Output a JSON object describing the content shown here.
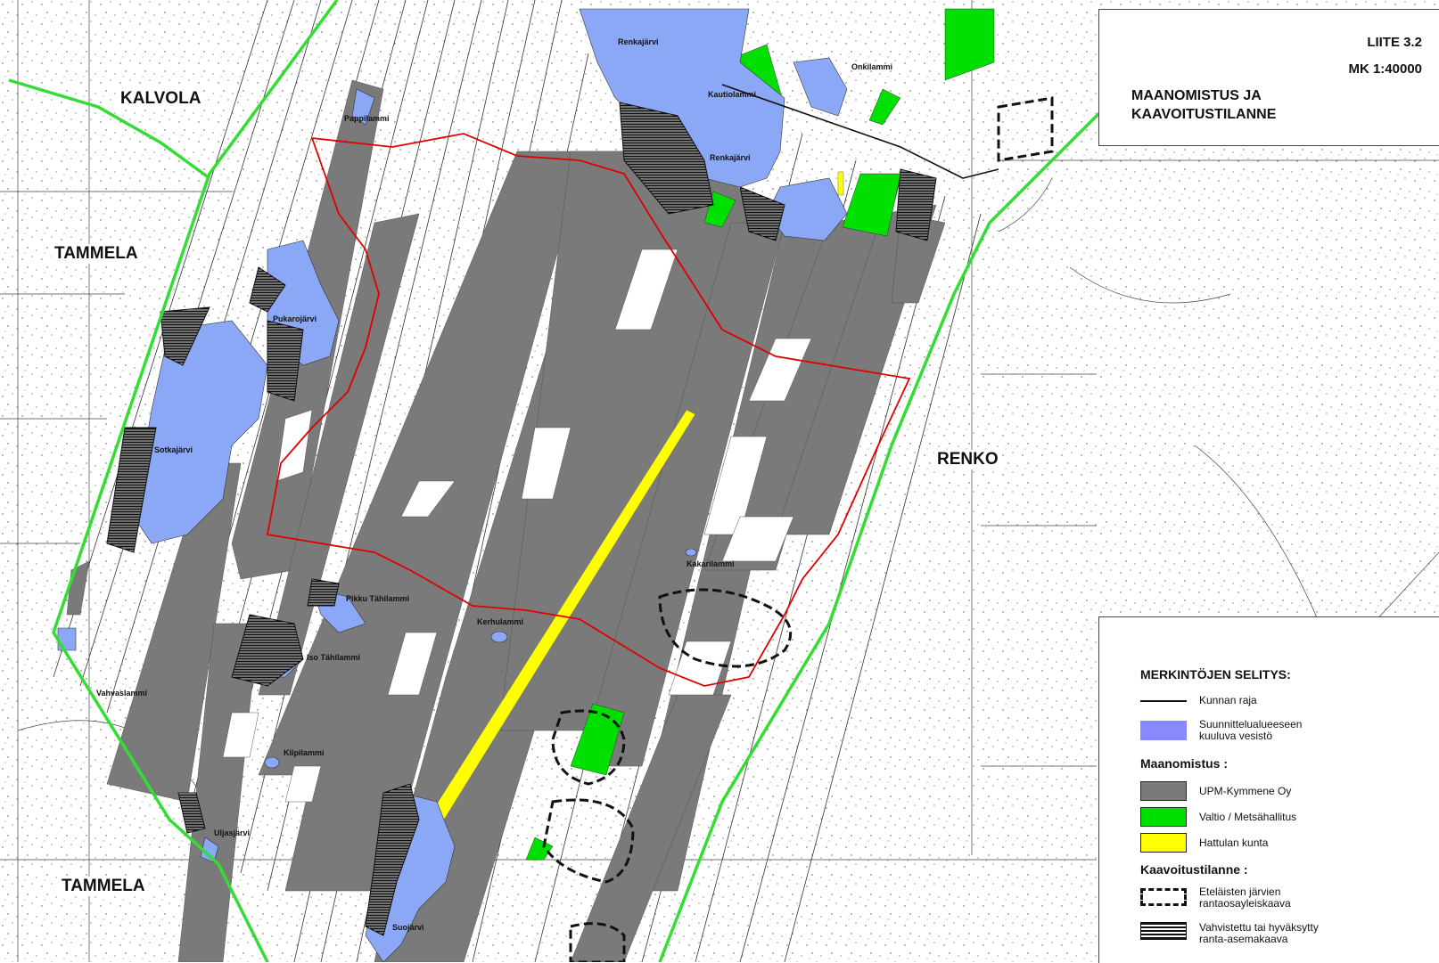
{
  "title": {
    "annex": "LIITE 3.2",
    "scale": "MK 1:40000",
    "line1": "MAANOMISTUS JA",
    "line2": "KAAVOITUSTILANNE"
  },
  "municipalities": {
    "kalvola": "KALVOLA",
    "tammela_upper": "TAMMELA",
    "tammela_lower": "TAMMELA",
    "renko": "RENKO"
  },
  "lakes": {
    "renkajarvi_north": "Renkajärvi",
    "renkajarvi": "Renkajärvi",
    "kautiolammi": "Kautiolammi",
    "onkilammi": "Onkilammi",
    "pappilammi": "Pappilammi",
    "pukarojarvi": "Pukarojärvi",
    "sotkajarvi": "Sotkajärvi",
    "pikku_tahilammi": "Pikku Tähilammi",
    "iso_tahilammi": "Iso Tähilammi",
    "kerhulammi": "Kerhulammi",
    "kakarilammi": "Kakarilammi",
    "klipilammi": "Klipilammi",
    "uljasjarvi": "Uljasjärvi",
    "suojarvi": "Suojärvi",
    "vahvaslammi": "Vahvaslammi"
  },
  "legend": {
    "heading": "MERKINTÖJEN SELITYS:",
    "municipal_border": "Kunnan raja",
    "water_line1": "Suunnittelualueeseen",
    "water_line2": "kuuluva vesistö",
    "ownership_heading": "Maanomistus :",
    "upm": "UPM-Kymmene Oy",
    "state": "Valtio / Metsähallitus",
    "hattula": "Hattulan kunta",
    "planning_heading": "Kaavoitustilanne :",
    "southern_line1": "Eteläisten järvien",
    "southern_line2": "rantaosayleiskaava",
    "shore_line1": "Vahvistettu tai hyväksytty",
    "shore_line2": "ranta-asemakaava"
  },
  "colors": {
    "upm": "#7a7a7a",
    "state": "#00e000",
    "hattula": "#ffff00",
    "water": "#8aa8f5",
    "boundary": "#e00000",
    "municipal_border": "#33dd33"
  }
}
